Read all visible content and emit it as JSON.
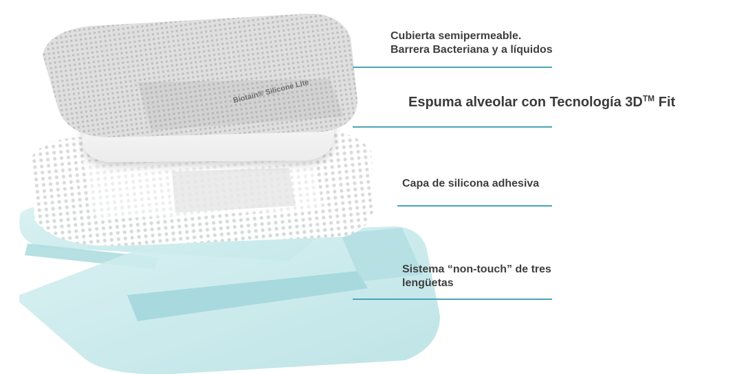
{
  "product_mark": "Biotain® Silicone Lite",
  "layers": [
    {
      "id": "cover",
      "lines": [
        "Cubierta semipermeable.",
        "Barrera Bacteriana y a líquidos"
      ]
    },
    {
      "id": "foam",
      "text": "Espuma alveolar con Tecnología 3D",
      "sup": "TM",
      "suffix": " Fit"
    },
    {
      "id": "silicone",
      "lines": [
        "Capa de silicona adhesiva"
      ]
    },
    {
      "id": "tabs",
      "lines": [
        "Sistema “non-touch” de tres",
        "lengüetas"
      ]
    }
  ],
  "colors": {
    "leader": "#4aa3b6",
    "text": "#3e3e3e",
    "film": "#bfe6e8",
    "film_dark": "#9fd4d8"
  }
}
